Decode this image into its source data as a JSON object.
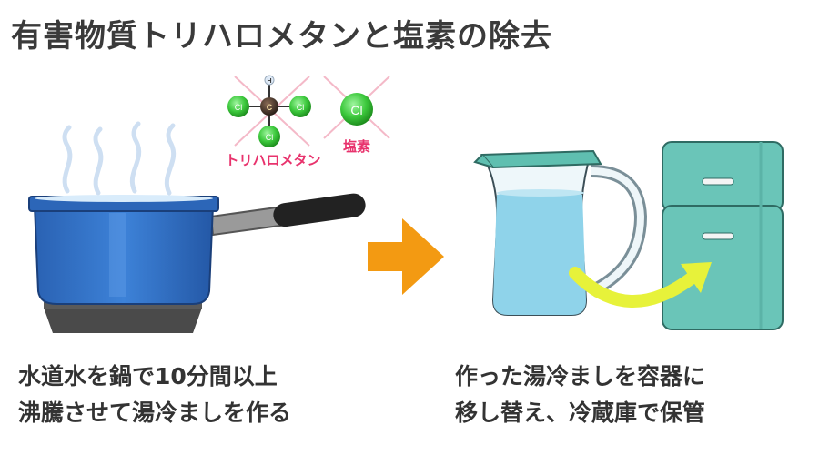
{
  "title": "有害物質トリハロメタンと塩素の除去",
  "molecules": {
    "atom_h": "H",
    "atom_c": "C",
    "atom_cl": "Cl",
    "trihalomethane_label": "トリハロメタン",
    "chlorine_label": "塩素"
  },
  "captions": {
    "left_line1": "水道水を鍋で10分間以上",
    "left_line2": "沸騰させて湯冷ましを作る",
    "right_line1": "作った湯冷ましを容器に",
    "right_line2": "移し替え、冷蔵庫で保管"
  },
  "colors": {
    "pot_blue": "#2f6fc4",
    "arrow_orange": "#f39a12",
    "molecule_green": "#3cc83c",
    "label_pink": "#e8336d",
    "fridge_teal": "#6ac5b8",
    "water_blue": "#8fd3ea",
    "move_arrow_yellow": "#e7f23a"
  }
}
